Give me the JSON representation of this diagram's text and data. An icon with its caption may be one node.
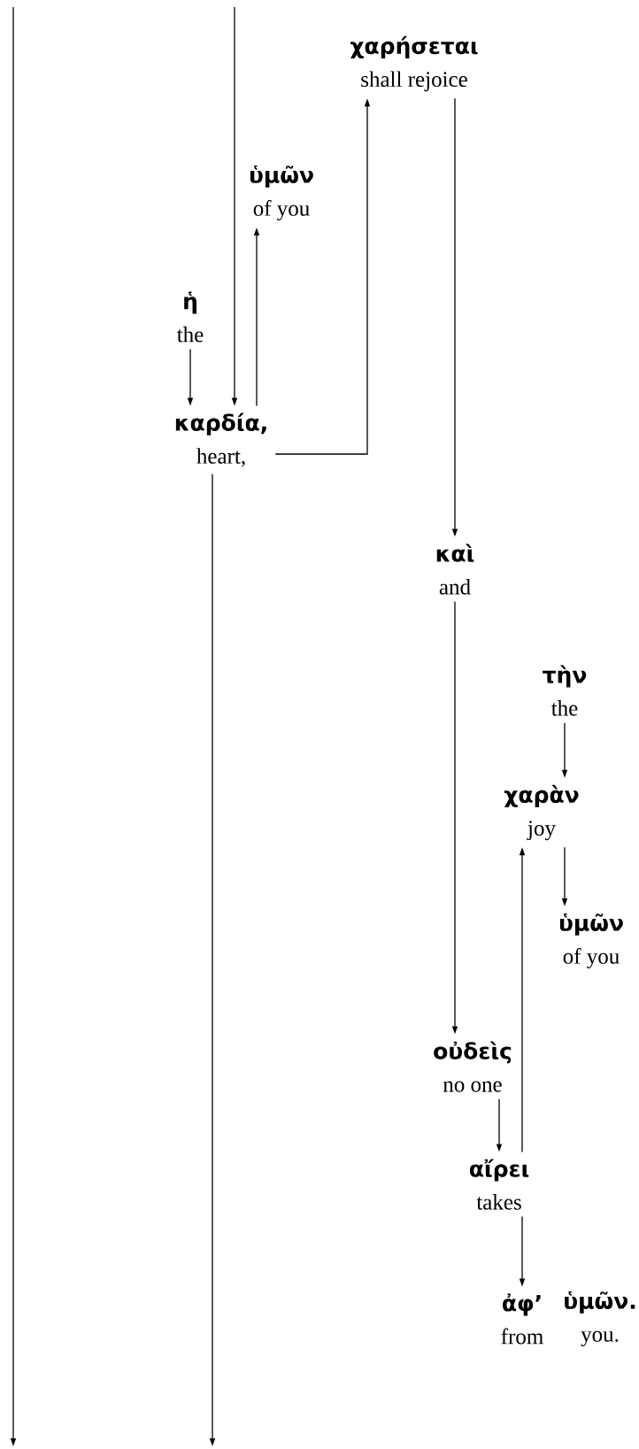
{
  "diagram": {
    "nodes": [
      {
        "text": [
          "χαρήσεται",
          "shall rejoice"
        ]
      },
      {
        "text": [
          "ὑμῶν",
          "of you"
        ]
      },
      {
        "text": [
          "ἡ",
          "the"
        ]
      },
      {
        "text": [
          "καρδία,",
          "heart,"
        ]
      },
      {
        "text": [
          "καὶ",
          "and"
        ]
      },
      {
        "text": [
          "τὴν",
          "the"
        ]
      },
      {
        "text": [
          "χαρὰν",
          "joy"
        ]
      },
      {
        "text": [
          "ὑμῶν",
          "of you"
        ]
      },
      {
        "text": [
          "οὐδεὶς",
          "no one"
        ]
      },
      {
        "text": [
          "αἴρει",
          "takes"
        ]
      },
      {
        "text": [
          "ἀφ’",
          "from"
        ]
      },
      {
        "text": [
          "ὑμῶν.",
          "you."
        ]
      }
    ],
    "edges": [
      {
        "from": null,
        "to": 3,
        "arrow": "to"
      },
      {
        "from": 2,
        "to": 3,
        "arrow": "to"
      },
      {
        "from": 3,
        "to": 1,
        "arrow": "to"
      },
      {
        "from": 3,
        "to": 0,
        "arrow": "to"
      },
      {
        "from": 0,
        "to": 4,
        "arrow": "to"
      },
      {
        "from": 3,
        "to": null,
        "arrow": "to"
      },
      {
        "from": 4,
        "to": 8,
        "arrow": "to"
      },
      {
        "from": 5,
        "to": 6,
        "arrow": "to"
      },
      {
        "from": 6,
        "to": 7,
        "arrow": "to"
      },
      {
        "from": 9,
        "to": 6,
        "arrow": "to"
      },
      {
        "from": 8,
        "to": 9,
        "arrow": "to"
      },
      {
        "from": 9,
        "to": 10,
        "arrow": "to"
      }
    ]
  }
}
